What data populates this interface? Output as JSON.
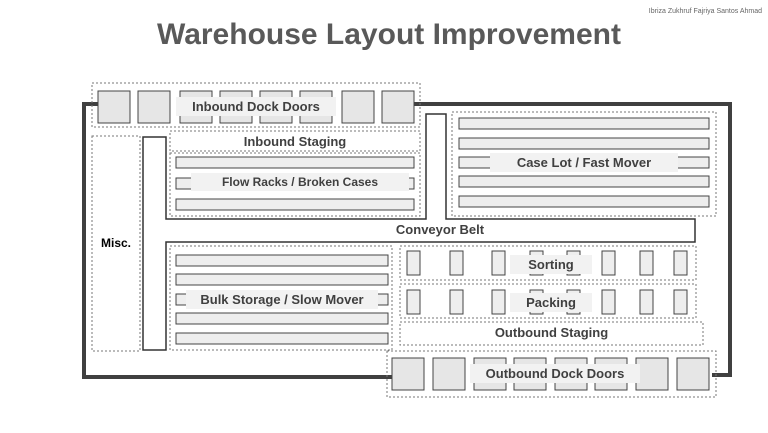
{
  "author": "Ibriza Zukhruf Fajriya Santos Ahmad",
  "title": "Warehouse Layout Improvement",
  "zones": {
    "inbound_dock_doors": "Inbound Dock Doors",
    "inbound_staging": "Inbound Staging",
    "flow_racks": "Flow Racks / Broken Cases",
    "case_lot": "Case Lot / Fast Mover",
    "misc": "Misc.",
    "conveyor_belt": "Conveyor Belt",
    "bulk_storage": "Bulk Storage / Slow Mover",
    "sorting": "Sorting",
    "packing": "Packing",
    "outbound_staging": "Outbound Staging",
    "outbound_dock_doors": "Outbound Dock Doors"
  },
  "colors": {
    "wall": "#404040",
    "door_fill": "#e6e6e6",
    "rack_fill": "#eeeeee",
    "outline": "#555555"
  }
}
